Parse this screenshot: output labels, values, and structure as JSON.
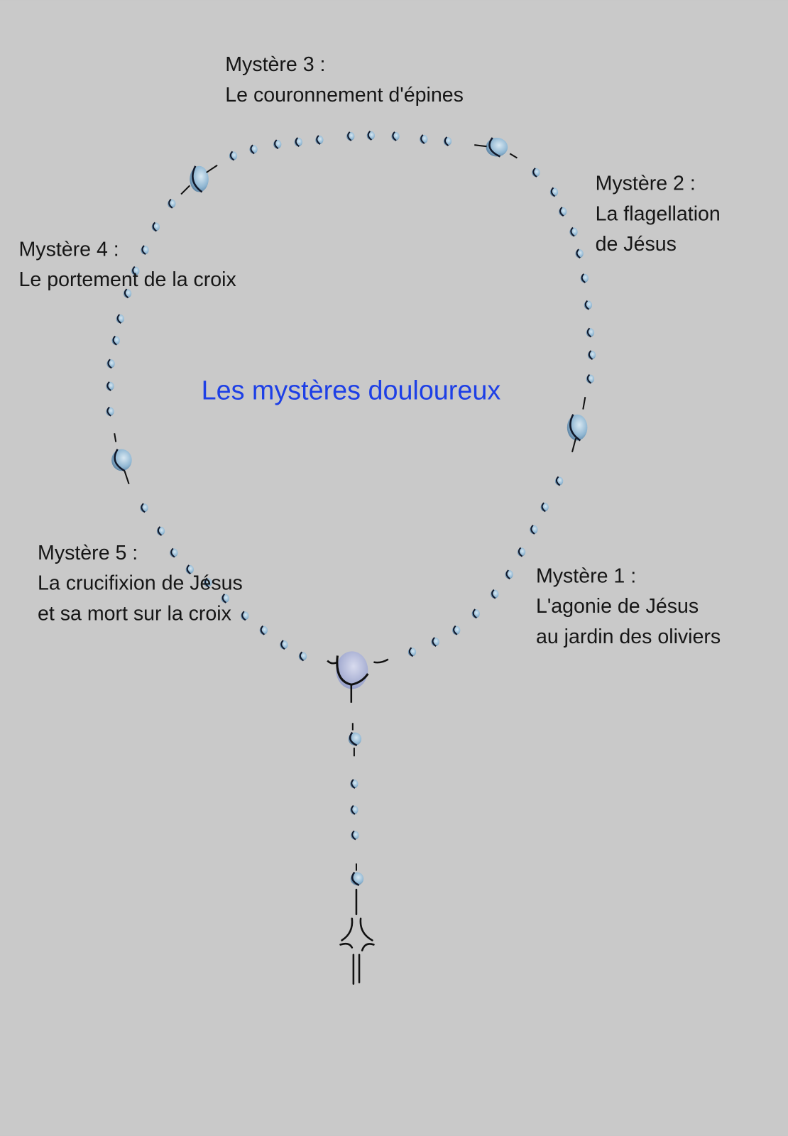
{
  "title": "Les mystères douloureux",
  "mysteries": [
    {
      "heading": "Mystère 1 :",
      "lines": [
        "L'agonie de Jésus",
        "au jardin des oliviers"
      ]
    },
    {
      "heading": "Mystère 2 :",
      "lines": [
        "La flagellation",
        "de Jésus"
      ]
    },
    {
      "heading": "Mystère 3 :",
      "lines": [
        "Le couronnement d'épines"
      ]
    },
    {
      "heading": "Mystère 4 :",
      "lines": [
        "Le portement de la croix"
      ]
    },
    {
      "heading": "Mystère 5 :",
      "lines": [
        "La crucifixion de Jésus",
        "et sa mort sur la croix"
      ]
    }
  ],
  "colors": {
    "background": "#c9c9c9",
    "title": "#1d3fe6",
    "bead": "#a9c6dc",
    "ink": "#10182a"
  }
}
